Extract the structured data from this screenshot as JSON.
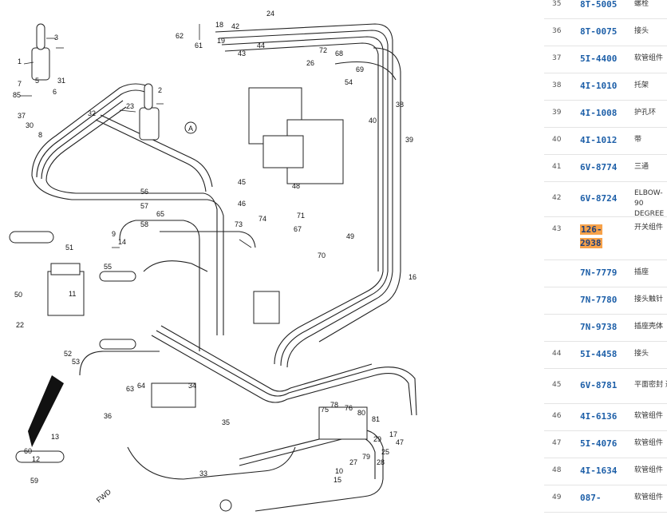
{
  "diagram": {
    "callouts": [
      {
        "t": "1"
      },
      {
        "t": "3"
      },
      {
        "t": "7"
      },
      {
        "t": "85"
      },
      {
        "t": "5"
      },
      {
        "t": "31"
      },
      {
        "t": "6"
      },
      {
        "t": "30"
      },
      {
        "t": "37"
      },
      {
        "t": "8"
      },
      {
        "t": "2"
      },
      {
        "t": "23"
      },
      {
        "t": "32"
      },
      {
        "t": "62"
      },
      {
        "t": "18"
      },
      {
        "t": "19"
      },
      {
        "t": "61"
      },
      {
        "t": "42"
      },
      {
        "t": "24"
      },
      {
        "t": "44"
      },
      {
        "t": "43"
      },
      {
        "t": "72"
      },
      {
        "t": "68"
      },
      {
        "t": "26"
      },
      {
        "t": "54"
      },
      {
        "t": "69"
      },
      {
        "t": "40"
      },
      {
        "t": "38"
      },
      {
        "t": "39"
      },
      {
        "t": "16"
      },
      {
        "t": "56"
      },
      {
        "t": "57"
      },
      {
        "t": "58"
      },
      {
        "t": "65"
      },
      {
        "t": "9"
      },
      {
        "t": "14"
      },
      {
        "t": "45"
      },
      {
        "t": "46"
      },
      {
        "t": "73"
      },
      {
        "t": "74"
      },
      {
        "t": "48"
      },
      {
        "t": "71"
      },
      {
        "t": "67"
      },
      {
        "t": "70"
      },
      {
        "t": "49"
      },
      {
        "t": "51"
      },
      {
        "t": "50"
      },
      {
        "t": "55"
      },
      {
        "t": "11"
      },
      {
        "t": "22"
      },
      {
        "t": "63"
      },
      {
        "t": "64"
      },
      {
        "t": "36"
      },
      {
        "t": "34"
      },
      {
        "t": "35"
      },
      {
        "t": "33"
      },
      {
        "t": "13"
      },
      {
        "t": "60"
      },
      {
        "t": "12"
      },
      {
        "t": "59"
      },
      {
        "t": "75"
      },
      {
        "t": "76"
      },
      {
        "t": "78"
      },
      {
        "t": "80"
      },
      {
        "t": "81"
      },
      {
        "t": "17"
      },
      {
        "t": "25"
      },
      {
        "t": "47"
      },
      {
        "t": "79"
      },
      {
        "t": "10"
      },
      {
        "t": "15"
      },
      {
        "t": "29"
      },
      {
        "t": "27"
      },
      {
        "t": "28"
      },
      {
        "t": "52"
      },
      {
        "t": "53"
      },
      {
        "t": "A"
      },
      {
        "t": "FWD"
      }
    ]
  },
  "parts": [
    {
      "no": "35",
      "part": "8T-5005",
      "name": "螺栓"
    },
    {
      "no": "36",
      "part": "8T-0075",
      "name": "接头"
    },
    {
      "no": "37",
      "part": "5I-4400",
      "name": "软管组件"
    },
    {
      "no": "38",
      "part": "4I-1010",
      "name": "托架"
    },
    {
      "no": "39",
      "part": "4I-1008",
      "name": "护孔环"
    },
    {
      "no": "40",
      "part": "4I-1012",
      "name": "带"
    },
    {
      "no": "41",
      "part": "6V-8774",
      "name": "三通"
    },
    {
      "no": "42",
      "part": "6V-8724",
      "name": "ELBOW-90 DEGREE"
    },
    {
      "no": "43",
      "part": "126-2938",
      "name": "开关组件"
    },
    {
      "no": "",
      "part": "7N-7779",
      "name": "插座"
    },
    {
      "no": "",
      "part": "7N-7780",
      "name": "接头触针"
    },
    {
      "no": "",
      "part": "7N-9738",
      "name": "插座壳体"
    },
    {
      "no": "44",
      "part": "5I-4458",
      "name": "接头"
    },
    {
      "no": "45",
      "part": "6V-8781",
      "name": "平面密封 通"
    },
    {
      "no": "46",
      "part": "4I-6136",
      "name": "软管组件"
    },
    {
      "no": "47",
      "part": "5I-4076",
      "name": "软管组件"
    },
    {
      "no": "48",
      "part": "4I-1634",
      "name": "软管组件"
    },
    {
      "no": "49",
      "part": "087-",
      "name": "软管组件"
    }
  ]
}
